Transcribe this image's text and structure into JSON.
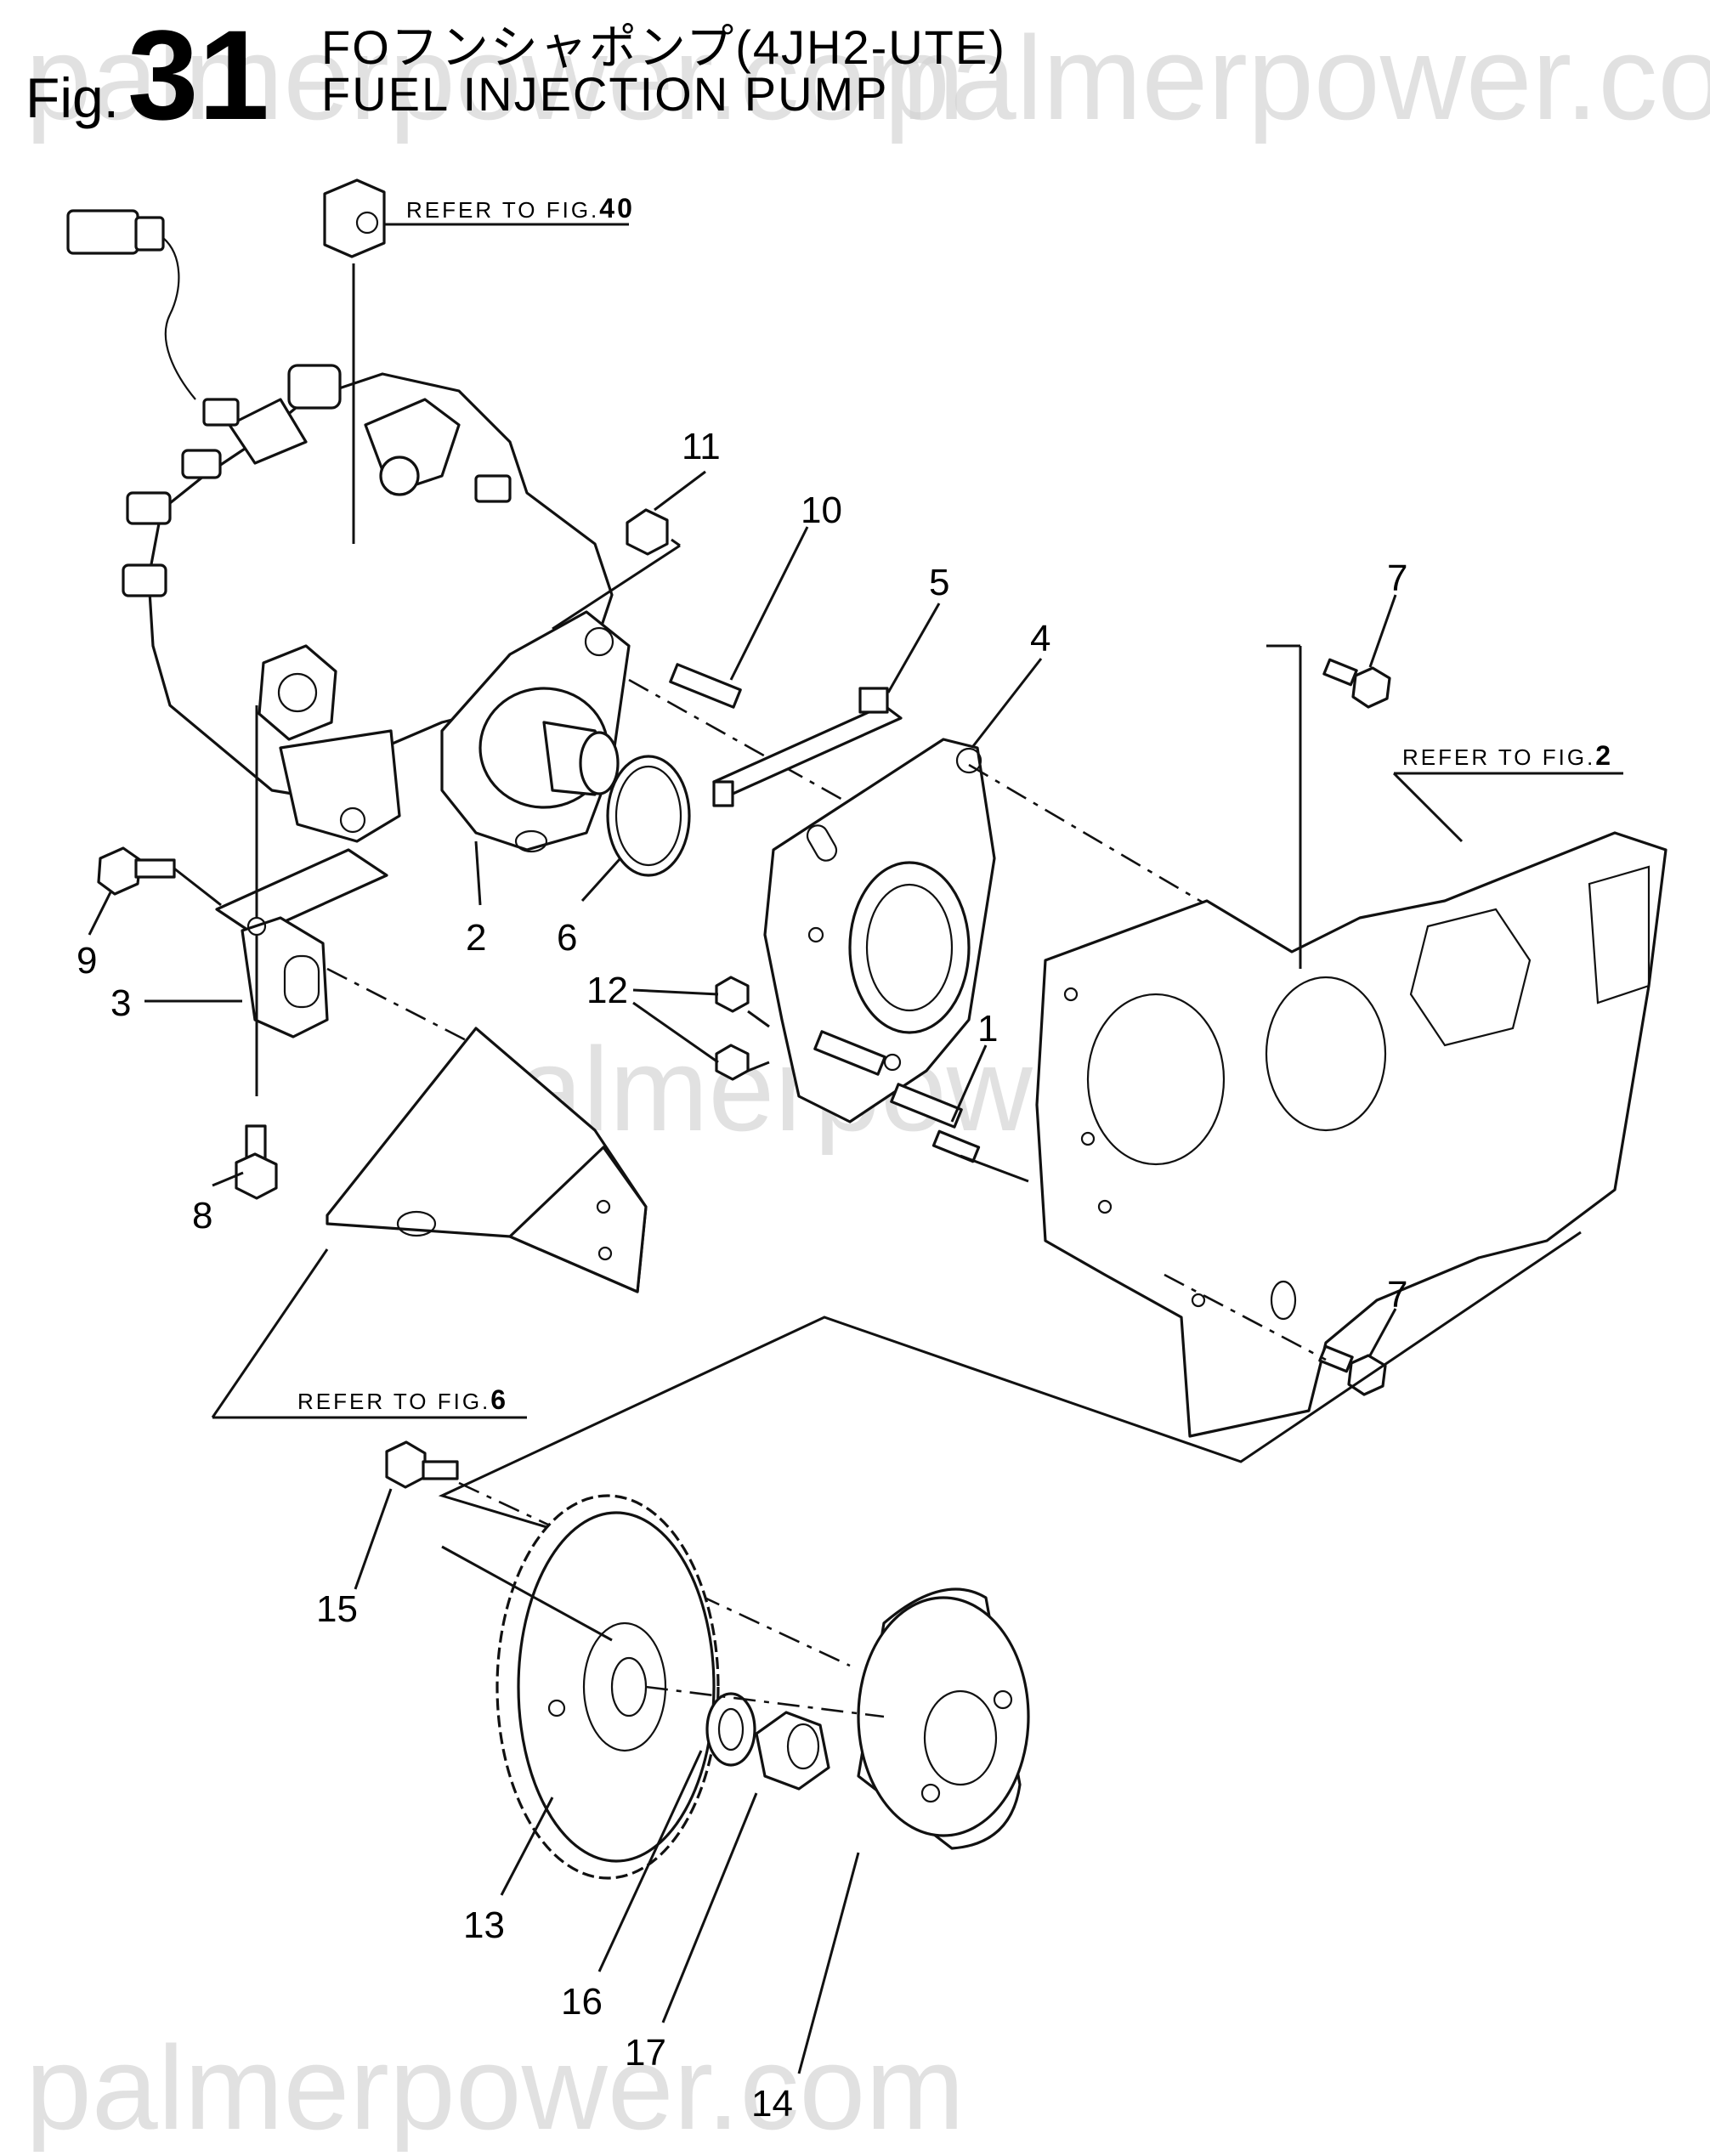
{
  "header": {
    "fig_prefix": "Fig.",
    "fig_number": "31",
    "title_jp": "FOフンシャポンプ(4JH2-UTE)",
    "title_en": "FUEL INJECTION PUMP"
  },
  "references": [
    {
      "text": "REFER TO FIG.",
      "fig": "40"
    },
    {
      "text": "REFER TO FIG.",
      "fig": "2"
    },
    {
      "text": "REFER TO FIG.",
      "fig": "6"
    }
  ],
  "callouts": [
    "1",
    "2",
    "3",
    "4",
    "5",
    "6",
    "7",
    "7",
    "8",
    "9",
    "10",
    "11",
    "12",
    "13",
    "14",
    "15",
    "16",
    "17"
  ],
  "watermarks": [
    "palmerpower.com",
    "palmerpower.com",
    "palmerpower.com",
    "palmerpower.com"
  ],
  "colors": {
    "ink": "#111111",
    "paper": "#ffffff",
    "watermark": "#d2d2d2"
  }
}
